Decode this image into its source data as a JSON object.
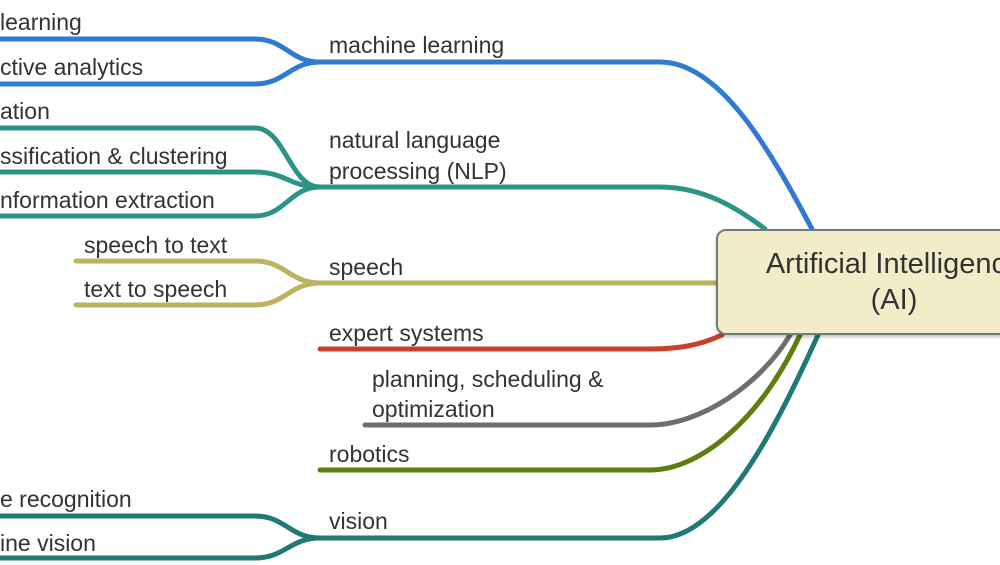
{
  "central_topic": {
    "line1": "Artificial Intelligence",
    "line2": "(AI)",
    "fill_color": "#f3ecc9",
    "border_color": "#6f7a80"
  },
  "branches": [
    {
      "label": "machine learning",
      "color": "#2f7bd1",
      "children": [
        "learning",
        "ctive analytics"
      ]
    },
    {
      "label_line1": "natural language",
      "label_line2": "processing (NLP)",
      "color": "#2b9486",
      "children": [
        "ation",
        "ssification & clustering",
        "nformation extraction"
      ]
    },
    {
      "label": "speech",
      "color": "#bdb35c",
      "children": [
        "speech to text",
        "text to speech"
      ]
    },
    {
      "label": "expert systems",
      "color": "#c8402a",
      "children": []
    },
    {
      "label_line1": "planning, scheduling &",
      "label_line2": "optimization",
      "color": "#6e6e6e",
      "children": []
    },
    {
      "label": "robotics",
      "color": "#5e7d10",
      "children": []
    },
    {
      "label": "vision",
      "color": "#1f7a74",
      "children": [
        "e recognition",
        "ine vision"
      ]
    }
  ]
}
